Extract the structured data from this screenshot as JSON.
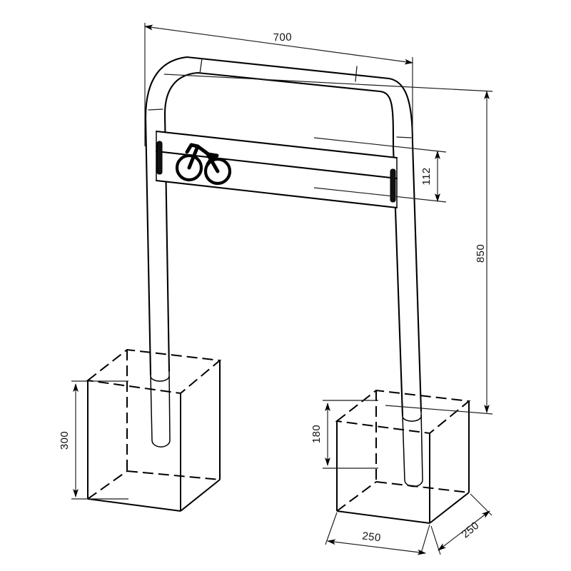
{
  "drawing": {
    "type": "technical-drawing",
    "subject": "bicycle-stand-hoop-with-sign-plate",
    "projection": "isometric",
    "units": "mm",
    "background_color": "#ffffff",
    "line_color": "#000000",
    "dimension_color": "#1b1b1b"
  },
  "dimensions": {
    "overall_width": {
      "label": "700",
      "orientation": "horizontal-slanted",
      "location": "top"
    },
    "overall_height": {
      "label": "850",
      "orientation": "vertical",
      "location": "right"
    },
    "sign_plate_height": {
      "label": "112",
      "orientation": "vertical",
      "location": "right-inner"
    },
    "left_foundation_depth": {
      "label": "300",
      "orientation": "vertical",
      "location": "left-lower"
    },
    "right_foundation_depth": {
      "label": "180",
      "orientation": "vertical",
      "location": "right-lower"
    },
    "foundation_width": {
      "label": "250",
      "orientation": "slanted-left",
      "location": "bottom-front"
    },
    "foundation_depth": {
      "label": "250",
      "orientation": "slanted-right",
      "location": "bottom-right"
    }
  },
  "components": {
    "hoop": "tubular-steel-hoop",
    "sign_plate": "bicycle-sign-plate",
    "pictogram": "bicycle-icon",
    "left_bracket": "plate-mount-bracket-left",
    "right_bracket": "plate-mount-bracket-right",
    "left_foundation": "concrete-foundation-block-left",
    "right_foundation": "concrete-foundation-block-right",
    "left_leg": "hoop-leg-left",
    "right_leg": "hoop-leg-right"
  }
}
